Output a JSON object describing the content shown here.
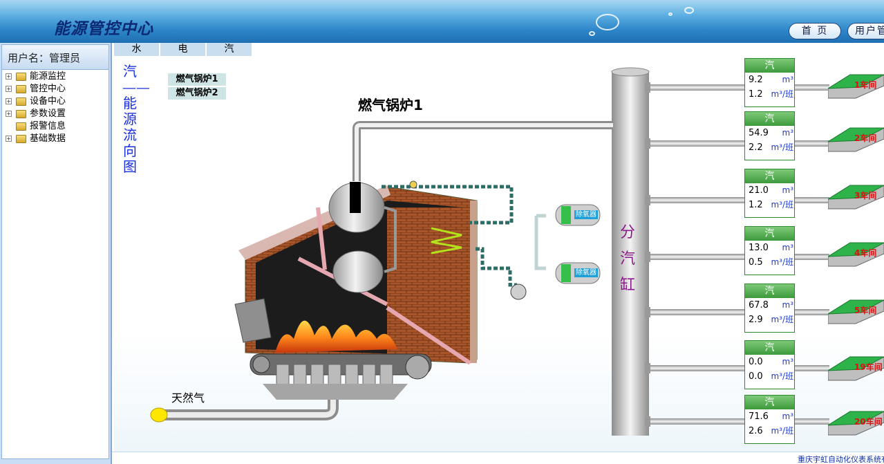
{
  "header": {
    "title": "能源管控中心",
    "buttons": [
      "首 页",
      "用户管"
    ]
  },
  "sidebar": {
    "user_label": "用户名：管理员",
    "items": [
      {
        "label": "能源监控",
        "expandable": true
      },
      {
        "label": "管控中心",
        "expandable": true
      },
      {
        "label": "设备中心",
        "expandable": true
      },
      {
        "label": "参数设置",
        "expandable": true
      },
      {
        "label": "报警信息",
        "expandable": false
      },
      {
        "label": "基础数据",
        "expandable": true
      }
    ]
  },
  "tabs": [
    "水",
    "电",
    "汽"
  ],
  "diagram": {
    "vertical_title": "汽——能源流向图",
    "boiler_buttons": [
      "燃气锅炉1",
      "燃气锅炉2"
    ],
    "boiler_label": "燃气锅炉1",
    "gas_label": "天然气",
    "deaerator_label": "除氧器",
    "header_label": "分汽缸"
  },
  "meters": [
    {
      "head": "汽",
      "flow": "9.2",
      "flow_unit": "m³",
      "total": "1.2",
      "total_unit": "m³/班",
      "workshop": "1车间"
    },
    {
      "head": "汽",
      "flow": "54.9",
      "flow_unit": "m³",
      "total": "2.2",
      "total_unit": "m³/班",
      "workshop": "2车间"
    },
    {
      "head": "汽",
      "flow": "21.0",
      "flow_unit": "m³",
      "total": "1.2",
      "total_unit": "m³/班",
      "workshop": "3车间"
    },
    {
      "head": "汽",
      "flow": "13.0",
      "flow_unit": "m³",
      "total": "0.5",
      "total_unit": "m³/班",
      "workshop": "4车间"
    },
    {
      "head": "汽",
      "flow": "67.8",
      "flow_unit": "m³",
      "total": "2.9",
      "total_unit": "m³/班",
      "workshop": "5车间"
    },
    {
      "head": "汽",
      "flow": "0.0",
      "flow_unit": "m³",
      "total": "0.0",
      "total_unit": "m³/班",
      "workshop": "19车间"
    },
    {
      "head": "汽",
      "flow": "71.6",
      "flow_unit": "m³",
      "total": "2.6",
      "total_unit": "m³/班",
      "workshop": "20车间"
    }
  ],
  "footer": {
    "text": "重庆宇虹自动化仪表系统有限公司"
  },
  "colors": {
    "header_blue": "#2d86c9",
    "meter_green": "#3c9a3a",
    "value_unit_blue": "#1f3bd1",
    "workshop_green": "#2eb34a",
    "workshop_label_red": "#e01010"
  }
}
